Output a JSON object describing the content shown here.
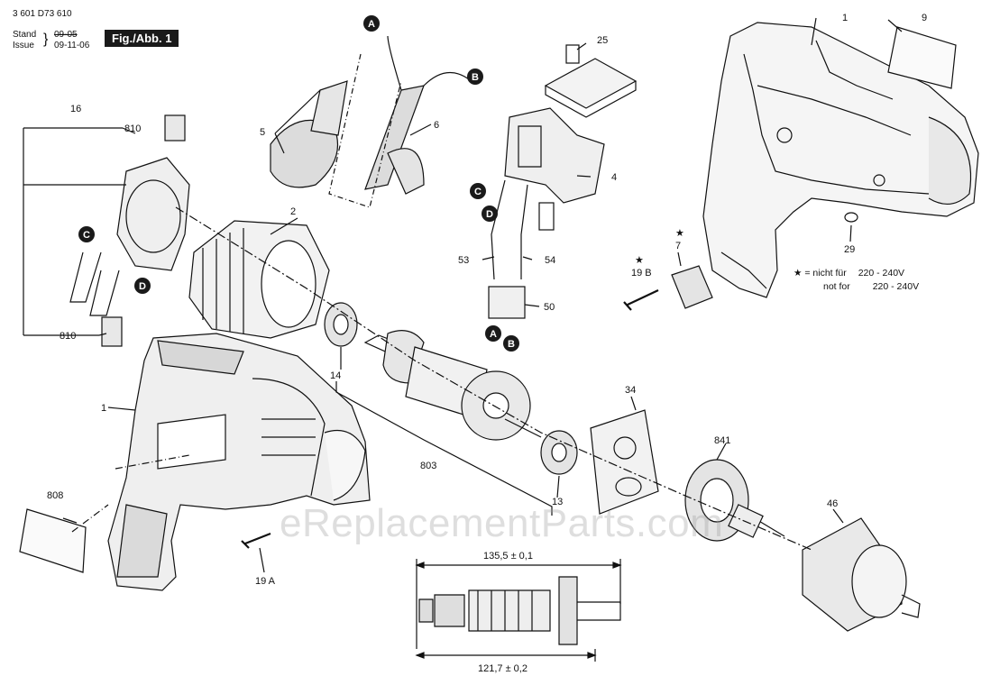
{
  "header": {
    "doc_number": "3 601 D73 610",
    "stand_label": "Stand",
    "issue_label": "Issue",
    "stand_value": "09-05",
    "issue_value": "09-11-06",
    "figure_tag": "Fig./Abb. 1"
  },
  "note": {
    "star": "★",
    "eq": "=",
    "line1_text": "nicht für",
    "line1_value": "220 - 240V",
    "line2_text": "not for",
    "line2_value": "220 - 240V"
  },
  "watermark": "eReplacementParts.com",
  "part_labels": {
    "p1_top": "1",
    "p9": "9",
    "p25": "25",
    "p5": "5",
    "p6": "6",
    "p16": "16",
    "p810_top": "810",
    "p810_bottom": "810",
    "p2": "2",
    "p4": "4",
    "p29": "29",
    "p7": "7",
    "p19b": "19 B",
    "p53": "53",
    "p54": "54",
    "p50": "50",
    "p14": "14",
    "p34": "34",
    "p1_bottom": "1",
    "p803": "803",
    "p13": "13",
    "p841": "841",
    "p808": "808",
    "p46": "46",
    "p19a": "19 A"
  },
  "connectors": {
    "a": "A",
    "b": "B",
    "c": "C",
    "d": "D"
  },
  "dimensions": {
    "top": "135,5 ± 0,1",
    "bottom": "121,7 ± 0,2"
  },
  "colors": {
    "ink": "#111111",
    "connector_fill": "#1a1a1a"
  }
}
